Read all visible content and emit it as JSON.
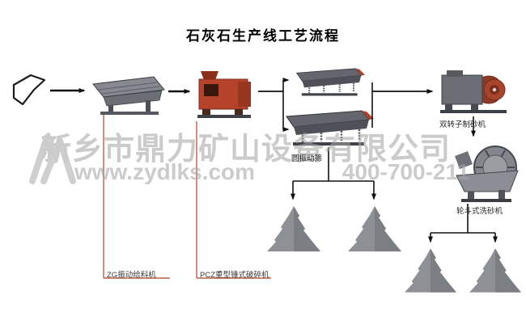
{
  "title": "石灰石生产线工艺流程",
  "watermark": {
    "company": "新乡市鼎力矿山设备有限公司",
    "website": "www.zydlks.com",
    "phone": "400-700-211"
  },
  "labels": {
    "feeder": "ZG振动给料机",
    "crusher": "PCZ重型锤式破碎机",
    "screen": "圆振动筛",
    "sand_maker": "双转子制砂机",
    "washer": "轮斗式洗砂机"
  },
  "colors": {
    "machine_red": "#b5432a",
    "connector_red": "#b5432a",
    "arrow_black": "#111111",
    "watermark_gray": "#a6a6a6",
    "sand_gray": "#8d9095"
  }
}
